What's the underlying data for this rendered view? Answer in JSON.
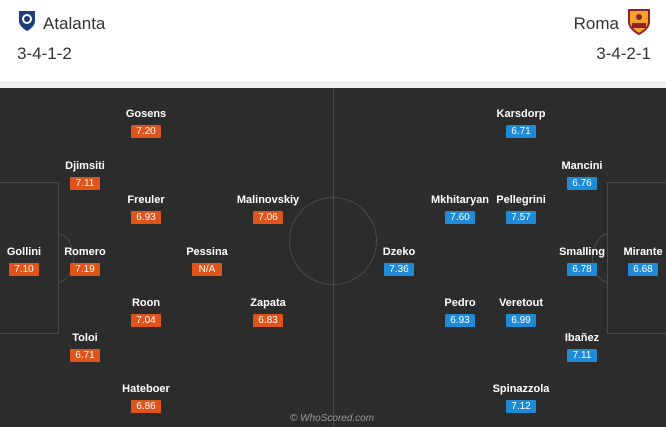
{
  "home": {
    "name": "Atalanta",
    "formation": "3-4-1-2",
    "color": "#e0541c",
    "crest_icon": "atalanta-crest-icon",
    "players": [
      {
        "name": "Gollini",
        "rating": "7.10"
      },
      {
        "name": "Djimsiti",
        "rating": "7.11"
      },
      {
        "name": "Romero",
        "rating": "7.19"
      },
      {
        "name": "Toloi",
        "rating": "6.71"
      },
      {
        "name": "Gosens",
        "rating": "7.20"
      },
      {
        "name": "Freuler",
        "rating": "6.93"
      },
      {
        "name": "Roon",
        "rating": "7.04"
      },
      {
        "name": "Hateboer",
        "rating": "6.86"
      },
      {
        "name": "Pessina",
        "rating": "N/A"
      },
      {
        "name": "Malinovskiy",
        "rating": "7.06"
      },
      {
        "name": "Zapata",
        "rating": "6.83"
      }
    ]
  },
  "away": {
    "name": "Roma",
    "formation": "3-4-2-1",
    "color": "#1f8ad8",
    "crest_icon": "roma-crest-icon",
    "players": [
      {
        "name": "Mirante",
        "rating": "6.68"
      },
      {
        "name": "Mancini",
        "rating": "6.76"
      },
      {
        "name": "Smalling",
        "rating": "6.78"
      },
      {
        "name": "Ibañez",
        "rating": "7.11"
      },
      {
        "name": "Karsdorp",
        "rating": "6.71"
      },
      {
        "name": "Pellegrini",
        "rating": "7.57"
      },
      {
        "name": "Veretout",
        "rating": "6.99"
      },
      {
        "name": "Spinazzola",
        "rating": "7.12"
      },
      {
        "name": "Mkhitaryan",
        "rating": "7.60"
      },
      {
        "name": "Pedro",
        "rating": "6.93"
      },
      {
        "name": "Dzeko",
        "rating": "7.36"
      }
    ]
  },
  "watermark": "© WhoScored.com"
}
